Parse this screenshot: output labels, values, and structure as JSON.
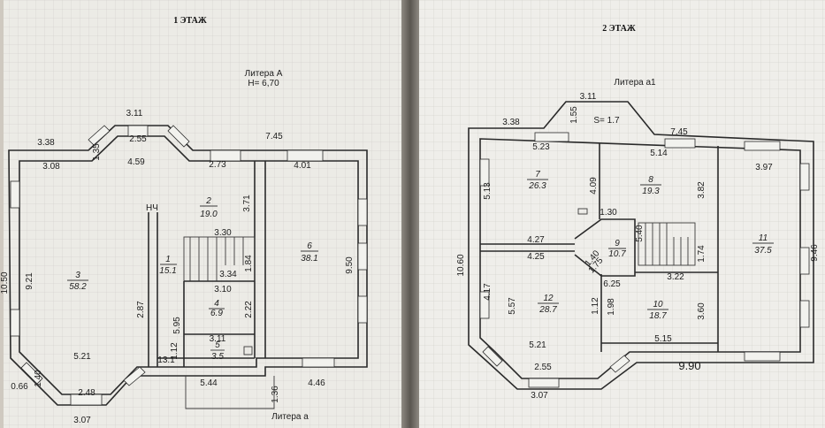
{
  "floor1": {
    "title": "1 ЭТАЖ",
    "litera_main": "Литера А",
    "height_label": "Н= 6,70",
    "litera_annex": "Литера а",
    "rooms": [
      {
        "num": "2",
        "area": "19.0"
      },
      {
        "num": "1",
        "area": "15.1"
      },
      {
        "num": "3",
        "area": "58.2"
      },
      {
        "num": "4",
        "area": "6.9"
      },
      {
        "num": "5",
        "area": "3.5"
      },
      {
        "num": "6",
        "area": "38.1"
      }
    ],
    "dims": [
      "3.11",
      "2.55",
      "3.38",
      "1.35",
      "4.59",
      "3.08",
      "2.73",
      "7.45",
      "4.01",
      "3.71",
      "3.30",
      "3.34",
      "3.10",
      "9.21",
      "9.50",
      "2.87",
      "5.95",
      "2.22",
      "1.84",
      "3.11",
      "1.12",
      "5.21",
      "1.40",
      "0.66",
      "2.48",
      "3.07",
      "5.44",
      "4.46",
      "1.36",
      "13.1",
      "НЧ",
      "10.50"
    ]
  },
  "floor2": {
    "title": "2 ЭТАЖ",
    "litera": "Литера а1",
    "bay_label": "S= 1.7",
    "rooms": [
      {
        "num": "7",
        "area": "26.3"
      },
      {
        "num": "8",
        "area": "19.3"
      },
      {
        "num": "9",
        "area": "10.7"
      },
      {
        "num": "10",
        "area": "18.7"
      },
      {
        "num": "11",
        "area": "37.5"
      },
      {
        "num": "12",
        "area": "28.7"
      }
    ],
    "dims": [
      "3.11",
      "1.55",
      "3.38",
      "7.45",
      "5.23",
      "5.14",
      "3.97",
      "5.13",
      "4.09",
      "3.82",
      "4.27",
      "4.25",
      "1.30",
      "1.40",
      "5.40",
      "1.74",
      "9.46",
      "10.60",
      "4.17",
      "5.57",
      "1.12",
      "1.98",
      "3.60",
      "3.22",
      "5.21",
      "5.15",
      "9.90",
      "2.55",
      "3.07",
      "6.25",
      "1.75"
    ]
  }
}
